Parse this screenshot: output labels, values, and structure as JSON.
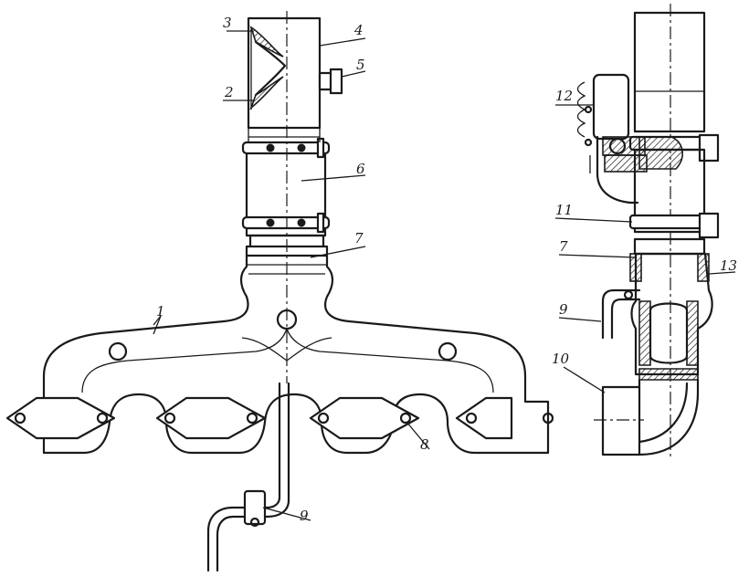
{
  "callouts": {
    "c1": "1",
    "c2": "2",
    "c3": "3",
    "c4": "4",
    "c5": "5",
    "c6": "6",
    "c7a": "7",
    "c7b": "7",
    "c8": "8",
    "c9a": "9",
    "c9b": "9",
    "c10": "10",
    "c11": "11",
    "c12": "12",
    "c13": "13"
  }
}
